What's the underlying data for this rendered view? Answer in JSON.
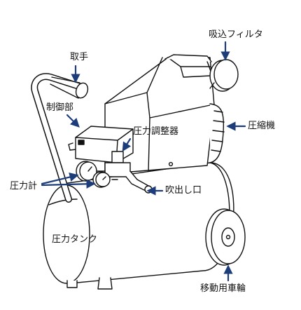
{
  "labels": {
    "handle": "取手",
    "intake_filter": "吸込フィルタ",
    "control_unit": "制御部",
    "compressor": "圧縮機",
    "pressure_regulator": "圧力調整器",
    "pressure_gauge": "圧力計",
    "outlet": "吹出し口",
    "pressure_tank": "圧力タンク",
    "wheel": "移動用車輪"
  },
  "colors": {
    "line_art": "#111111",
    "arrow": "#1c3d7a",
    "background": "#ffffff"
  }
}
